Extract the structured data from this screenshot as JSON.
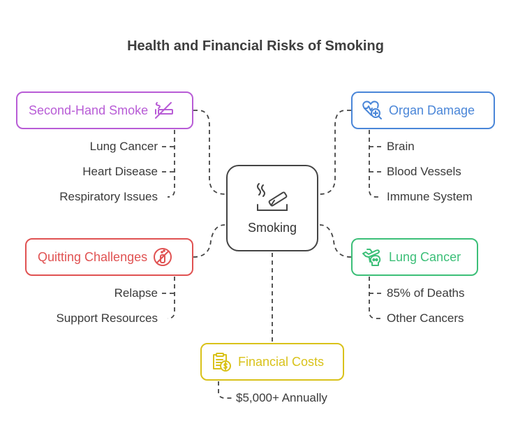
{
  "title": "Health and Financial Risks of Smoking",
  "center": {
    "label": "Smoking",
    "icon": "smoking-icon"
  },
  "branches": {
    "second_hand": {
      "label": "Second-Hand Smoke",
      "icon": "no-smoking-icon",
      "color": "#b85cd6",
      "items": [
        "Lung Cancer",
        "Heart Disease",
        "Respiratory Issues"
      ]
    },
    "organ": {
      "label": "Organ Damage",
      "icon": "heart-search-icon",
      "color": "#4a86d8",
      "items": [
        "Brain",
        "Blood Vessels",
        "Immune System"
      ]
    },
    "quitting": {
      "label": "Quitting Challenges",
      "icon": "no-vape-icon",
      "color": "#e05252",
      "items": [
        "Relapse",
        "Support Resources"
      ]
    },
    "lung": {
      "label": "Lung Cancer",
      "icon": "airplane-skull-icon",
      "color": "#3cbf78",
      "items": [
        "85% of Deaths",
        "Other Cancers"
      ]
    },
    "financial": {
      "label": "Financial Costs",
      "icon": "clipboard-dollar-icon",
      "color": "#d9c21a",
      "items": [
        "$5,000+ Annually"
      ]
    }
  },
  "line_color": "#444444"
}
